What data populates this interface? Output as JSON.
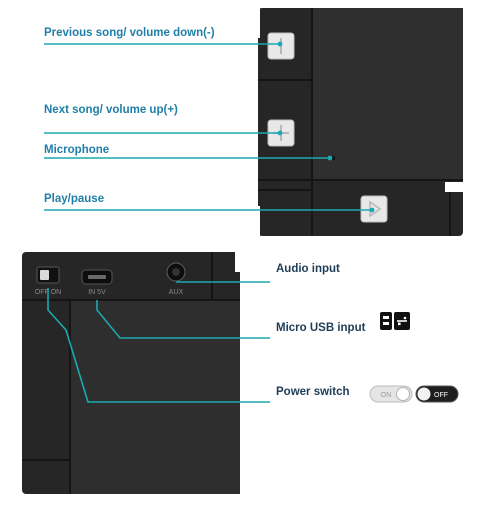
{
  "callouts": {
    "previous_song_volume_down": "Previous song/ volume down(-)",
    "next_song_volume_up": "Next song/ volume up(+)",
    "microphone": "Microphone",
    "play_pause": "Play/pause",
    "audio_input": "Audio input",
    "micro_usb_input": "Micro USB input",
    "power_switch": "Power switch"
  },
  "device_markings": {
    "off_on": "OFF ON",
    "in_5v": "IN 5V",
    "aux": "AUX"
  },
  "toggle_legend": {
    "on_state_text": "ON",
    "off_state_text": "OFF"
  },
  "icons": {
    "usb_icon": "usb-icon"
  },
  "colors": {
    "leader_line": "#1aa9b0",
    "callout_text_blue": "#1f7fa8",
    "callout_text_dark": "#1f3d57",
    "device_body": "#2a2a2a",
    "button_face": "#e6e6e6"
  }
}
